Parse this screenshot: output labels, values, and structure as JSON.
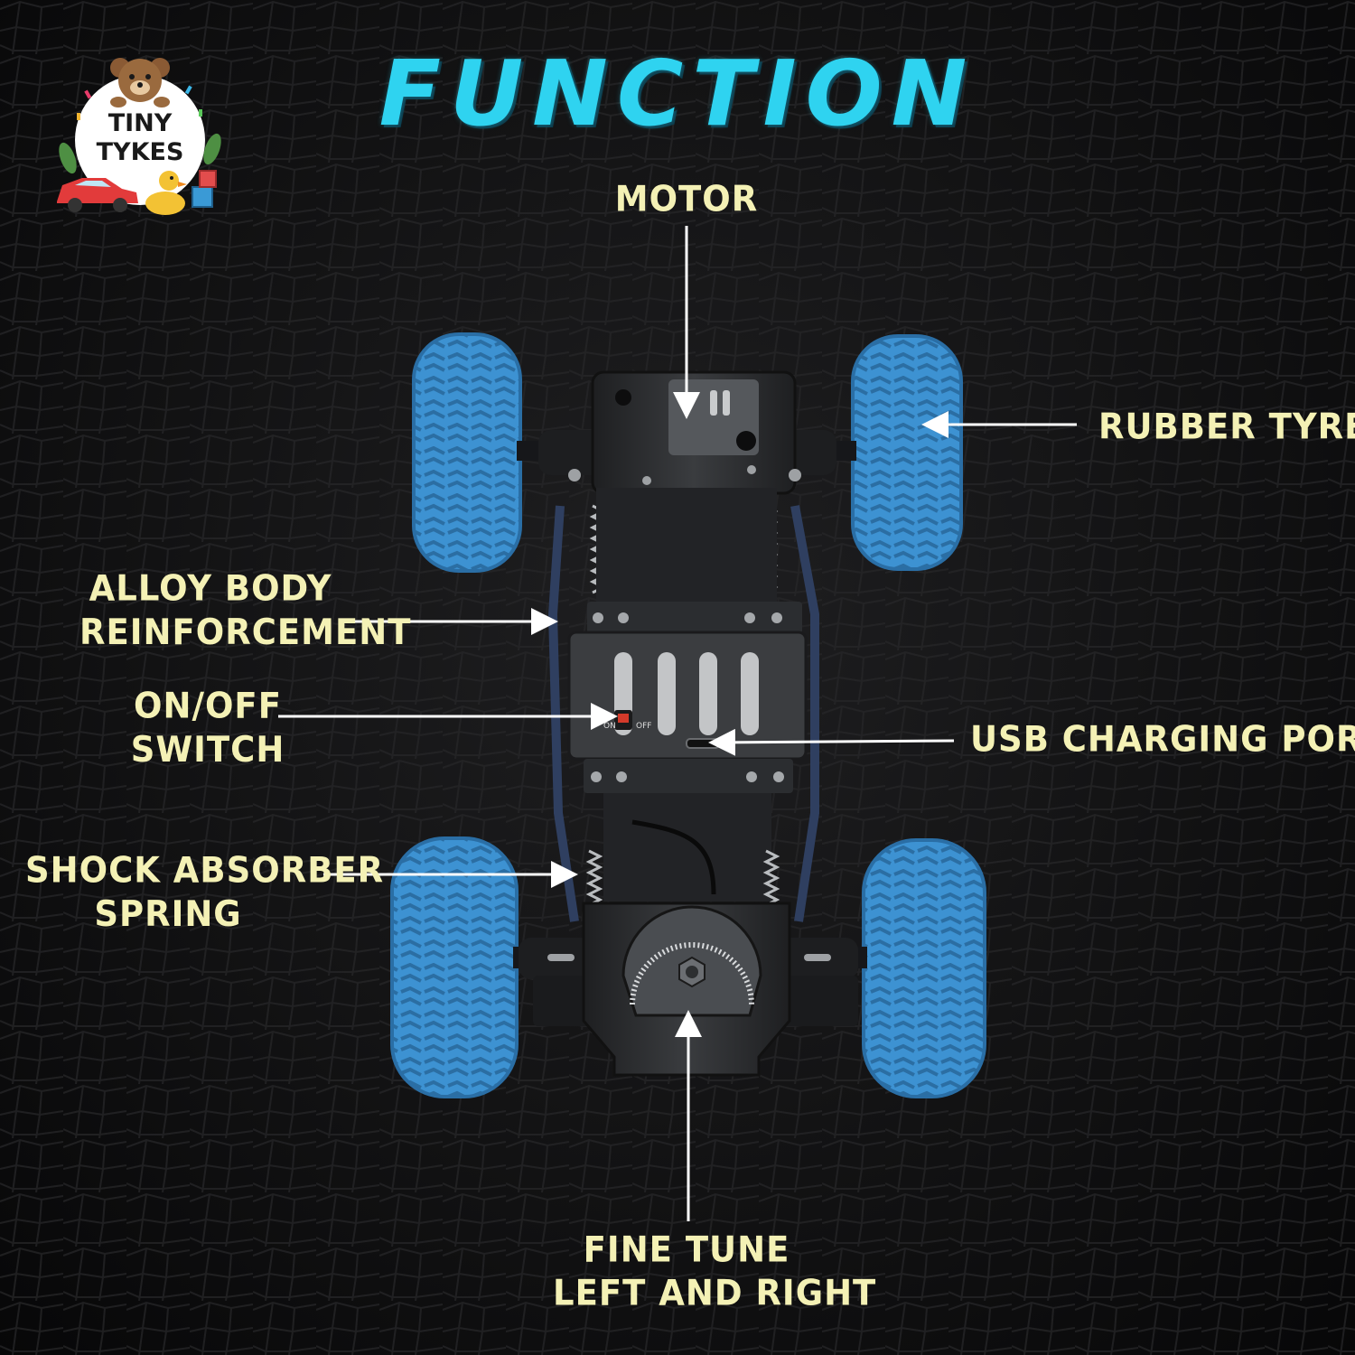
{
  "title": "FUNCTION",
  "logo": {
    "line1": "TINY",
    "line2": "TYKES"
  },
  "callouts": {
    "motor": "MOTOR",
    "rubber_tyre": "RUBBER TYRE",
    "alloy_body_1": "ALLOY BODY",
    "alloy_body_2": "REINFORCEMENT",
    "on_off_1": "ON/OFF",
    "on_off_2": "SWITCH",
    "usb": "USB CHARGING PORT",
    "shock_1": "SHOCK ABSORBER",
    "shock_2": "SPRING",
    "fine_tune_1": "FINE TUNE",
    "fine_tune_2": "LEFT AND RIGHT"
  },
  "switch_labels": {
    "on": "ON",
    "off": "OFF"
  },
  "colors": {
    "title": "#2fd3f0",
    "label": "#f4f1b5",
    "tyre": "#3a8fd0",
    "chassis": "#2a2c2e"
  }
}
